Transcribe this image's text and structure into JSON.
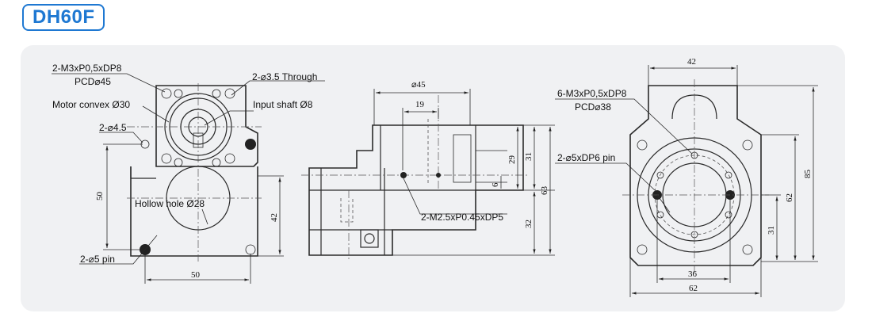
{
  "model": "DH60F",
  "colors": {
    "accent": "#1e78d2",
    "panel": "#f0f1f3",
    "line": "#2a2a2a"
  },
  "left_view": {
    "callouts": {
      "tap_holes": "2-M3xP0,5xDP8",
      "pcd": "PCD⌀45",
      "through": "2-⌀3.5  Through",
      "motor_convex": "Motor convex Ø30",
      "input_shaft": "Input shaft Ø8",
      "hole45": "2-⌀4.5",
      "hollow": "Hollow hole Ø28",
      "pin": "2-⌀5 pin"
    },
    "dims": {
      "d50v": "50",
      "d42": "42",
      "d50h": "50"
    }
  },
  "middle_view": {
    "callouts": {
      "tap": "2-M2.5xP0.45xDP5"
    },
    "dims": {
      "d45": "⌀45",
      "d19": "19",
      "d31": "31",
      "d29": "29",
      "d6": "6",
      "d63": "63",
      "d32": "32"
    }
  },
  "right_view": {
    "callouts": {
      "tap_holes": "6-M3xP0,5xDP8",
      "pcd": "PCD⌀38",
      "pin": "2-⌀5xDP6 pin"
    },
    "dims": {
      "d42": "42",
      "d85": "85",
      "d62v": "62",
      "d31": "31",
      "d36": "36",
      "d62h": "62"
    }
  }
}
